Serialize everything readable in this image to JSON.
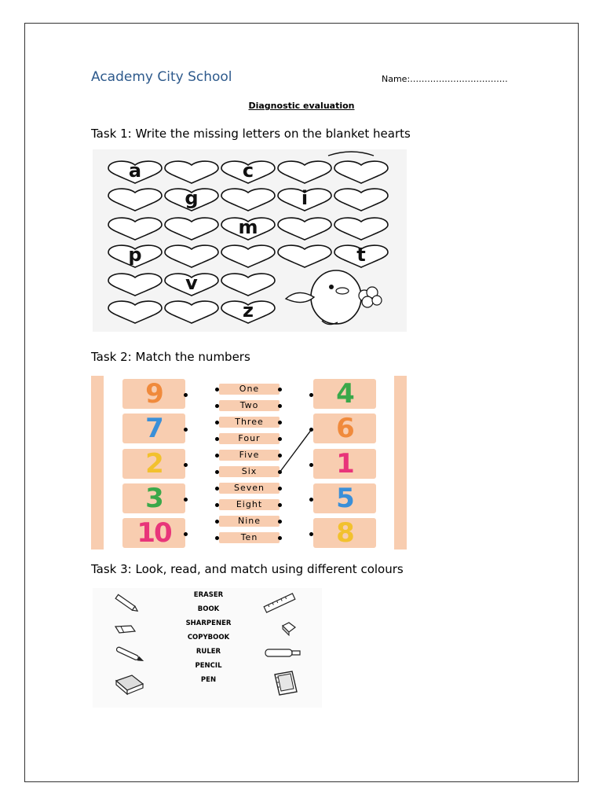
{
  "header": {
    "school_name": "Academy City School",
    "name_label": "Name:…………………………….",
    "subtitle": "Diagnostic evaluation"
  },
  "task1": {
    "title": "Task 1: Write the missing letters on the blanket hearts",
    "rows": [
      [
        "a",
        "",
        "c",
        "",
        ""
      ],
      [
        "",
        "g",
        "",
        "i",
        ""
      ],
      [
        "",
        "",
        "m",
        "",
        ""
      ],
      [
        "p",
        "",
        "",
        "",
        "t"
      ],
      [
        "",
        "v",
        ""
      ],
      [
        "",
        "",
        "z"
      ]
    ]
  },
  "task2": {
    "title": "Task 2: Match the numbers",
    "left_numbers": [
      {
        "digit": "9",
        "color": "#f08a3c"
      },
      {
        "digit": "7",
        "color": "#3a8fd8"
      },
      {
        "digit": "2",
        "color": "#f2c12e"
      },
      {
        "digit": "3",
        "color": "#3aa84a"
      },
      {
        "digit": "10",
        "color": "#e8357a"
      }
    ],
    "words": [
      "One",
      "Two",
      "Three",
      "Four",
      "Five",
      "Six",
      "Seven",
      "Eight",
      "Nine",
      "Ten"
    ],
    "right_numbers": [
      {
        "digit": "4",
        "color": "#3aa84a"
      },
      {
        "digit": "6",
        "color": "#f08a3c"
      },
      {
        "digit": "1",
        "color": "#e8357a"
      },
      {
        "digit": "5",
        "color": "#3a8fd8"
      },
      {
        "digit": "8",
        "color": "#f2c12e"
      }
    ]
  },
  "task3": {
    "title": "Task 3: Look, read, and match using different colours",
    "words": [
      "ERASER",
      "BOOK",
      "SHARPENER",
      "COPYBOOK",
      "RULER",
      "PENCIL",
      "PEN"
    ],
    "left_icons": [
      "pencil-icon",
      "eraser-icon",
      "pen-icon",
      "book-icon"
    ],
    "right_icons": [
      "ruler-icon",
      "sharpener-icon",
      "glue-stick-icon",
      "copybook-icon"
    ]
  }
}
